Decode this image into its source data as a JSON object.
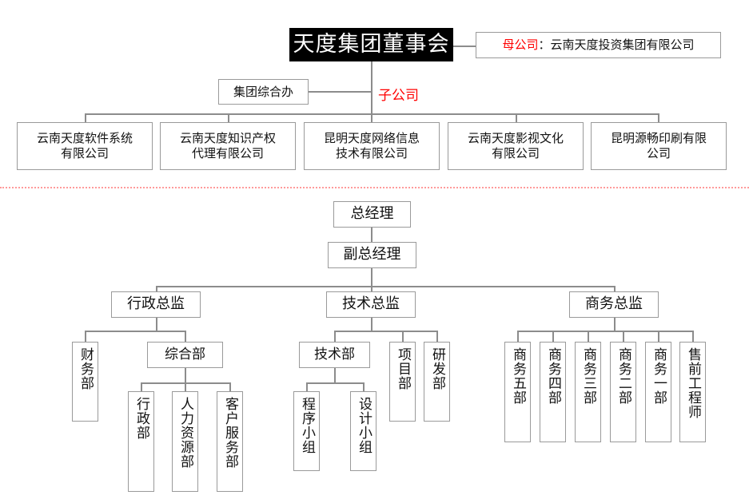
{
  "chart": {
    "title": "天度集团董事会",
    "parent_company": {
      "label": "母公司",
      "separator": "：",
      "name": "云南天度投资集团有限公司"
    },
    "group_office": "集团综合办",
    "subsidiary_label": "子公司",
    "subsidiaries": [
      "云南天度软件系统有限公司",
      "云南天度知识产权代理有限公司",
      "昆明天度网络信息技术有限公司",
      "云南天度影视文化有限公司",
      "昆明源畅印刷有限公司"
    ],
    "subsidiaries_lines": [
      [
        "云南天度软件系统",
        "有限公司"
      ],
      [
        "云南天度知识产权",
        "代理有限公司"
      ],
      [
        "昆明天度网络信息",
        "技术有限公司"
      ],
      [
        "云南天度影视文化",
        "有限公司"
      ],
      [
        "昆明源畅印刷有限",
        "公司"
      ]
    ],
    "general_manager": "总经理",
    "deputy_general_manager": "副总经理",
    "directors": {
      "admin": "行政总监",
      "technical": "技术总监",
      "business": "商务总监"
    },
    "admin_branch": {
      "finance": "财务部",
      "general_affairs": "综合部",
      "general_affairs_children": [
        "行政部",
        "人力资源部",
        "客户服务部"
      ]
    },
    "technical_branch": {
      "tech_dept": "技术部",
      "tech_dept_children": [
        "程序小组",
        "设计小组"
      ],
      "project_dept": "项目部",
      "rd_dept": "研发部"
    },
    "business_branch": {
      "units": [
        "商务五部",
        "商务四部",
        "商务三部",
        "商务二部",
        "商务一部",
        "售前工程师"
      ]
    },
    "colors": {
      "accent_red": "#ff0000",
      "divider": "#ff9a9a",
      "line": "#8c8c8c",
      "box_border": "#9a9a9a",
      "header_bg": "#000000"
    }
  }
}
